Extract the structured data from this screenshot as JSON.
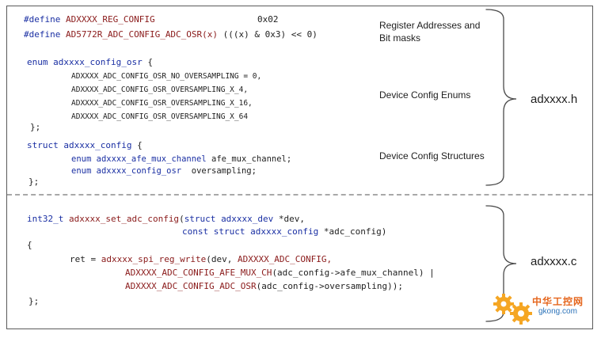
{
  "header_section": {
    "define_line1": {
      "kw": "#define",
      "name": "ADXXXX_REG_CONFIG",
      "value": "0x02"
    },
    "define_line2": {
      "kw": "#define",
      "name": "AD5772R_ADC_CONFIG_ADC_OSR(x)",
      "value": "(((x) & 0x3) << 0)"
    },
    "enum_decl": {
      "kw": "enum",
      "name": "adxxxx_config_osr",
      "open": "{"
    },
    "enum_items": [
      "ADXXXX_ADC_CONFIG_OSR_NO_OVERSAMPLING = 0,",
      "ADXXXX_ADC_CONFIG_OSR_OVERSAMPLING_X_4,",
      "ADXXXX_ADC_CONFIG_OSR_OVERSAMPLING_X_16,",
      "ADXXXX_ADC_CONFIG_OSR_OVERSAMPLING_X_64"
    ],
    "enum_close": "};",
    "struct_decl": {
      "kw": "struct",
      "name": "adxxxx_config",
      "open": "{"
    },
    "struct_field1": {
      "kw": "enum",
      "type": "adxxxx_afe_mux_channel",
      "name": "afe_mux_channel;"
    },
    "struct_field2": {
      "kw": "enum",
      "type": "adxxxx_config_osr",
      "name": "oversampling;"
    },
    "struct_close": "};",
    "note_registers_line1": "Register Addresses and",
    "note_registers_line2": "Bit masks",
    "note_enums": "Device Config Enums",
    "note_structures": "Device Config Structures",
    "file_label": "adxxxx.h"
  },
  "source_section": {
    "sig_line1": {
      "ret_type": "int32_t",
      "fn_name": "adxxxx_set_adc_config",
      "open_paren": "(",
      "kw_struct": "struct",
      "param_type": "adxxxx_dev",
      "param_name": "*dev,",
      "space": " "
    },
    "sig_line2": {
      "kw_const": "const",
      "kw_struct": "struct",
      "param_type": "adxxxx_config",
      "param_name": "*adc_config)",
      "space": " "
    },
    "open_brace": "{",
    "body_line1": {
      "lhs": "ret = ",
      "fn_name": "adxxxx_spi_reg_write",
      "args": "(dev, ",
      "macro": "ADXXXX_ADC_CONFIG,",
      "space": " "
    },
    "body_line2": {
      "macro": "ADXXXX_ADC_CONFIG_AFE_MUX_CH",
      "args": "(adc_config->afe_mux_channel) |"
    },
    "body_line3": {
      "macro": "ADXXXX_ADC_CONFIG_ADC_OSR",
      "args": "(adc_config->oversampling));"
    },
    "close_brace": "};",
    "file_label": "adxxxx.c"
  },
  "watermark": {
    "text_cn": "中华工控网",
    "domain": "gkong.com"
  },
  "colors": {
    "keyword": "#1a2fa3",
    "function": "#8a1a1a",
    "text": "#1e1e1e",
    "gear": "#f5a623"
  }
}
